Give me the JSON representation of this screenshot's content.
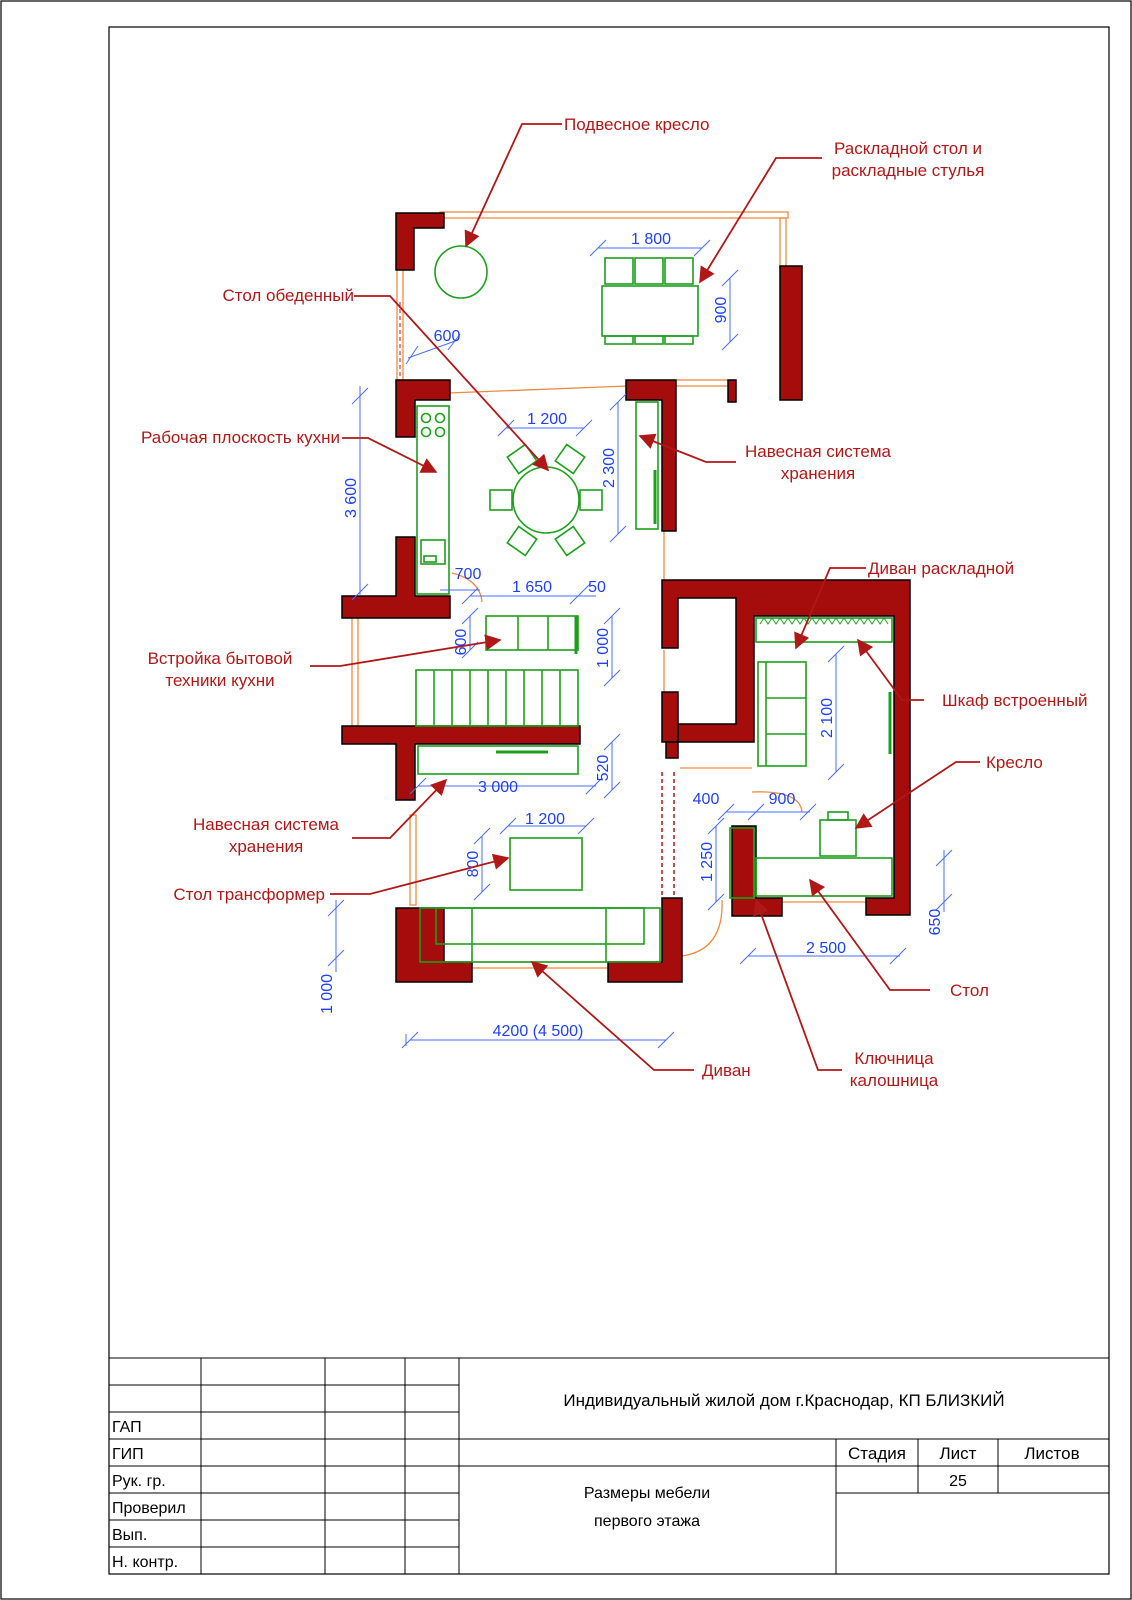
{
  "labels": {
    "hanging_chair": "Подвесное кресло",
    "folding_table_1": "Раскладной стол и",
    "folding_table_2": "раскладные стулья",
    "dining_table": "Стол обеденный",
    "kitchen_worktop": "Рабочая плоскость кухни",
    "hanging_storage_top_1": "Навесная система",
    "hanging_storage_top_2": "хранения",
    "sofa_bed": "Диван раскладной",
    "builtin_appliances_1": "Встройка бытовой",
    "builtin_appliances_2": "техники кухни",
    "wardrobe": "Шкаф встроенный",
    "armchair": "Кресло",
    "hanging_storage_bottom_1": "Навесная система",
    "hanging_storage_bottom_2": "хранения",
    "transformer_table": "Стол трансформер",
    "desk": "Стол",
    "key_holder_1": "Ключница",
    "key_holder_2": "калошница",
    "sofa": "Диван"
  },
  "dimensions": {
    "d1800": "1 800",
    "d900a": "900",
    "d600a": "600",
    "d1200a": "1 200",
    "d2300": "2 300",
    "d3600": "3 600",
    "d700": "700",
    "d1650": "1 650",
    "d50": "50",
    "d600b": "600",
    "d1000a": "1 000",
    "d2100": "2 100",
    "d520": "520",
    "d3000": "3 000",
    "d400": "400",
    "d900b": "900",
    "d1200b": "1 200",
    "d800": "800",
    "d1250": "1 250",
    "d650": "650",
    "d2500": "2 500",
    "d1000b": "1 000",
    "d4200": "4200 (4 500)"
  },
  "title_block": {
    "roles": [
      "ГАП",
      "ГИП",
      "Рук. гр.",
      "Проверил",
      "Вып.",
      "Н. контр."
    ],
    "project": "Индивидуальный жилой дом г.Краснодар, КП БЛИЗКИЙ",
    "sheet_title_1": "Размеры мебели",
    "sheet_title_2": "первого этажа",
    "stage_header": "Стадия",
    "sheet_header": "Лист",
    "sheets_header": "Листов",
    "sheet_number": "25"
  },
  "colors": {
    "wall": "#a50c0c",
    "furniture": "#1ca01c",
    "dimension": "#1f3fff",
    "label": "#b01818",
    "window": "#f08a40"
  }
}
